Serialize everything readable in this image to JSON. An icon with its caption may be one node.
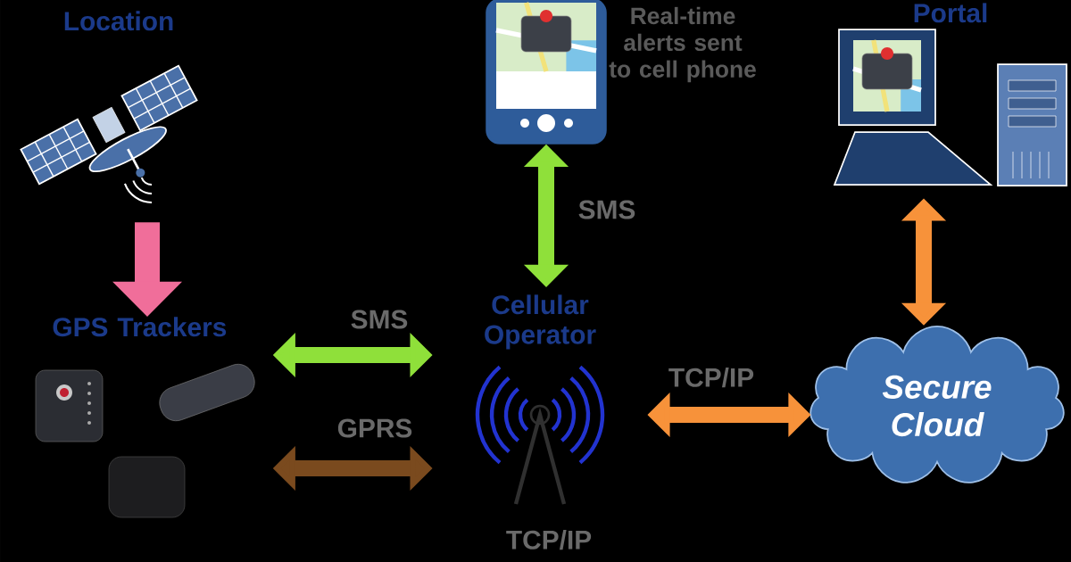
{
  "diagram": {
    "nodes": [
      {
        "text": [
          "Location"
        ]
      },
      {
        "text": [
          "GPS Trackers"
        ]
      },
      {
        "text": [],
        "shape": "picture",
        "beside": [
          "Real-time alerts sent to cell phone"
        ]
      },
      {
        "text": [
          "Cellular Operator"
        ]
      },
      {
        "text": [
          "Portal"
        ]
      },
      {
        "text": [
          "Secure Cloud"
        ]
      }
    ],
    "edges": [
      {
        "from": 0,
        "to": 1,
        "arrow": "to",
        "color": "#f06e9a"
      },
      {
        "from": 1,
        "to": 3,
        "arrow": "both",
        "label": "SMS",
        "color": "#8fe03a"
      },
      {
        "from": 1,
        "to": 3,
        "arrow": "both",
        "label": "GPRS",
        "color": "#7a4a1e"
      },
      {
        "from": 2,
        "to": 3,
        "arrow": "both",
        "label": "SMS",
        "color": "#8fe03a"
      },
      {
        "from": 3,
        "to": 5,
        "arrow": "both",
        "label": "TCP/IP",
        "color": "#f7923a"
      },
      {
        "from": 5,
        "to": 4,
        "arrow": "both",
        "color": "#f7923a"
      }
    ],
    "labels": [
      "TCP/IP"
    ]
  }
}
